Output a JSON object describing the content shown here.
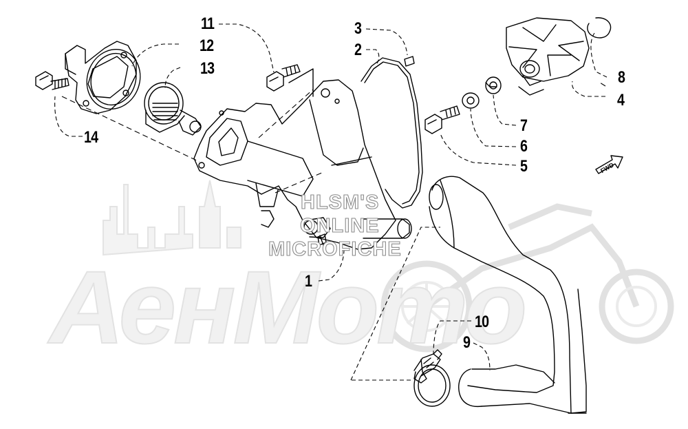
{
  "diagram": {
    "callouts": [
      {
        "id": "1",
        "label": "1"
      },
      {
        "id": "2",
        "label": "2"
      },
      {
        "id": "3",
        "label": "3"
      },
      {
        "id": "4",
        "label": "4"
      },
      {
        "id": "5",
        "label": "5"
      },
      {
        "id": "6",
        "label": "6"
      },
      {
        "id": "7",
        "label": "7"
      },
      {
        "id": "8",
        "label": "8"
      },
      {
        "id": "9",
        "label": "9"
      },
      {
        "id": "10",
        "label": "10"
      },
      {
        "id": "11",
        "label": "11"
      },
      {
        "id": "12",
        "label": "12"
      },
      {
        "id": "13",
        "label": "13"
      },
      {
        "id": "14",
        "label": "14"
      }
    ],
    "direction_marker": "FWD"
  },
  "watermark": {
    "line1": "HLSM'S",
    "line2": "ONLINE",
    "line3": "MICROFICHE",
    "logo_text": "АенМото"
  },
  "colors": {
    "linework": "#000000",
    "watermark_text": "#8a8a8a",
    "watermark_logo": "#e6e6e6"
  }
}
